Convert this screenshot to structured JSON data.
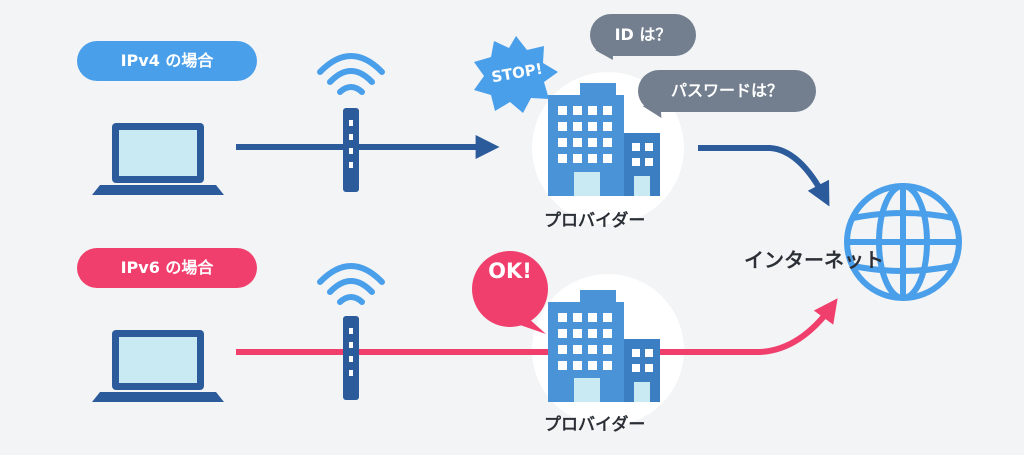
{
  "labels": {
    "ipv4": "IPv4 の場合",
    "ipv6": "IPv6 の場合",
    "provider_top": "プロバイダー",
    "provider_bottom": "プロバイダー",
    "internet": "インターネット",
    "stop": "STOP!",
    "ok": "OK!",
    "bubble_id": "ID は？",
    "bubble_password": "パスワードは？"
  },
  "colors": {
    "ipv4_pill": "#4a9fea",
    "ipv6_pill": "#f03f6d",
    "navy_line": "#2c5b9c",
    "pink_line": "#f03f6d",
    "building_blue": "#4a93d6",
    "bubble_gray": "#737f8f",
    "stop_badge": "#4a9fea"
  },
  "icons": {
    "laptop": "laptop-icon",
    "router": "wifi-router-icon",
    "building": "office-building-icon",
    "globe": "globe-icon"
  }
}
